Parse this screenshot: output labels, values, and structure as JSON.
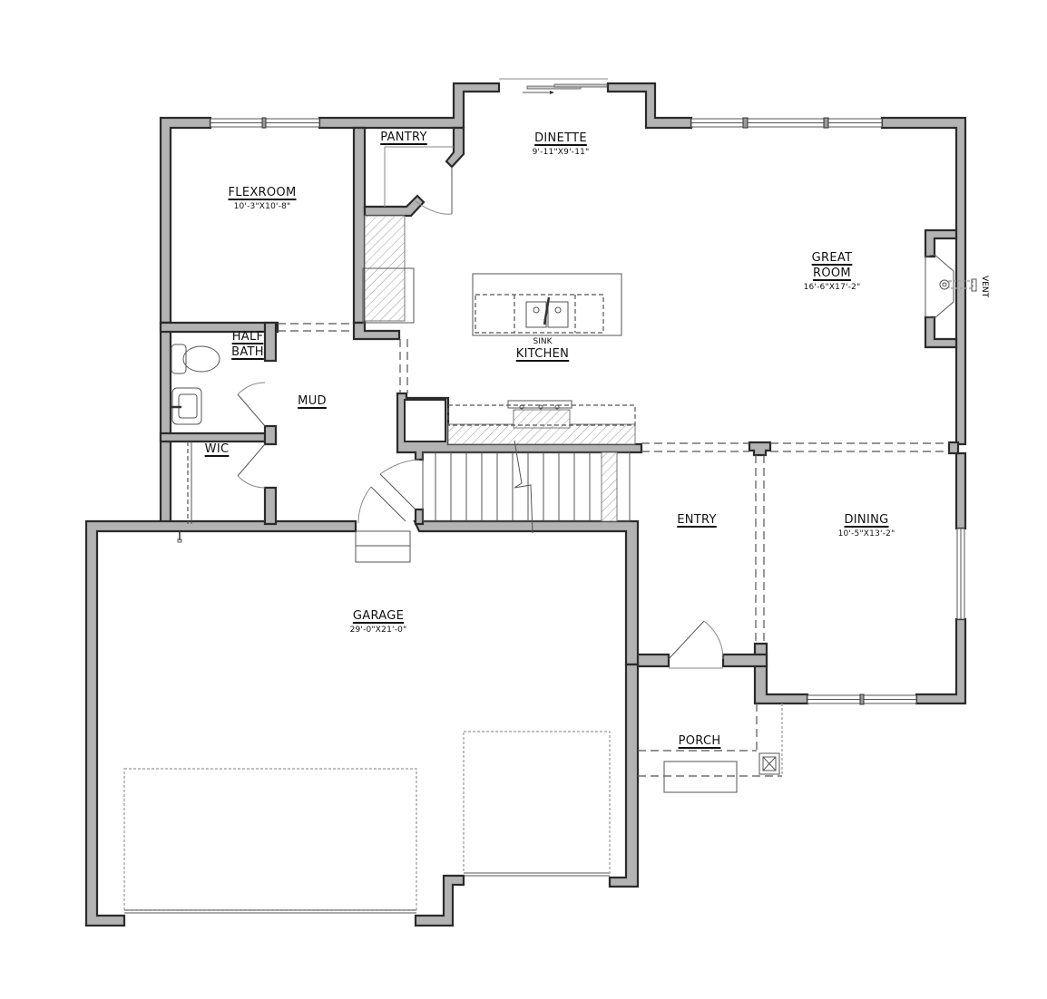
{
  "plan": {
    "type": "main floor plan",
    "wall_color": "#b3b3b3",
    "line_color": "#2b2b2b",
    "rooms": [
      {
        "id": "flexroom",
        "name": "FLEXROOM",
        "dims": "10'-3\"X10'-8\""
      },
      {
        "id": "pantry",
        "name": "PANTRY",
        "dims": ""
      },
      {
        "id": "dinette",
        "name": "DINETTE",
        "dims": "9'-11\"X9'-11\""
      },
      {
        "id": "great-room",
        "name": "GREAT ROOM",
        "name_line1": "GREAT",
        "name_line2": "ROOM",
        "dims": "16'-6\"X17'-2\""
      },
      {
        "id": "half-bath",
        "name": "HALF BATH",
        "name_line1": "HALF",
        "name_line2": "BATH",
        "dims": ""
      },
      {
        "id": "mud",
        "name": "MUD",
        "dims": ""
      },
      {
        "id": "kitchen",
        "name": "KITCHEN",
        "dims": ""
      },
      {
        "id": "wic",
        "name": "WIC",
        "dims": ""
      },
      {
        "id": "entry",
        "name": "ENTRY",
        "dims": ""
      },
      {
        "id": "dining",
        "name": "DINING",
        "dims": "10'-5\"X13'-2\""
      },
      {
        "id": "garage",
        "name": "GARAGE",
        "dims": "29'-0\"X21'-0\""
      },
      {
        "id": "porch",
        "name": "PORCH",
        "dims": ""
      }
    ],
    "annotations": {
      "sink": "SINK",
      "vent": "VENT"
    }
  }
}
